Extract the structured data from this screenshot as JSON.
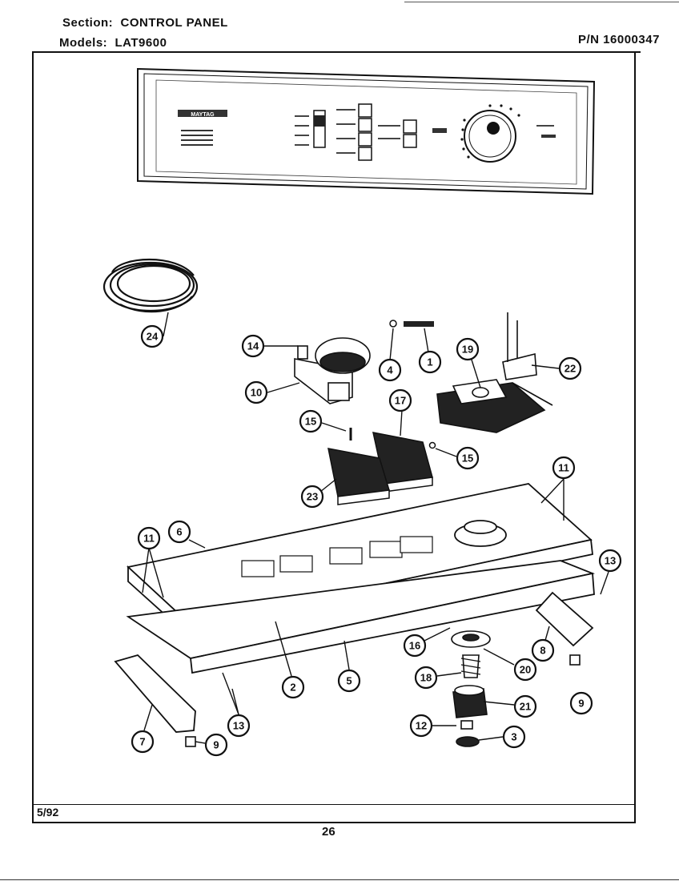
{
  "header": {
    "section_label": "Section:",
    "section_value": "CONTROL PANEL",
    "models_label": "Models:",
    "models_value": "LAT9600",
    "part_number": "P/N 16000347"
  },
  "footer": {
    "date": "5/92",
    "page_number": "26"
  },
  "console_text": {
    "brand": "MAYTAG"
  },
  "callouts": [
    "24",
    "14",
    "4",
    "1",
    "19",
    "22",
    "10",
    "15",
    "17",
    "15",
    "23",
    "11",
    "6",
    "11",
    "13",
    "2",
    "5",
    "16",
    "20",
    "8",
    "18",
    "21",
    "9",
    "12",
    "3",
    "13",
    "7",
    "9"
  ]
}
